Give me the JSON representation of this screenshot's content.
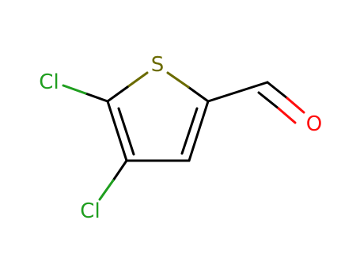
{
  "molecule": {
    "atoms": {
      "sulfur": {
        "label": "S",
        "color": "#6b6b00"
      },
      "oxygen": {
        "label": "O",
        "color": "#ff0d0d"
      },
      "chlorine_top": {
        "label": "Cl",
        "color": "#1f9e1f"
      },
      "chlorine_bottom": {
        "label": "Cl",
        "color": "#1f9e1f"
      }
    },
    "bond_color": "#000000"
  }
}
